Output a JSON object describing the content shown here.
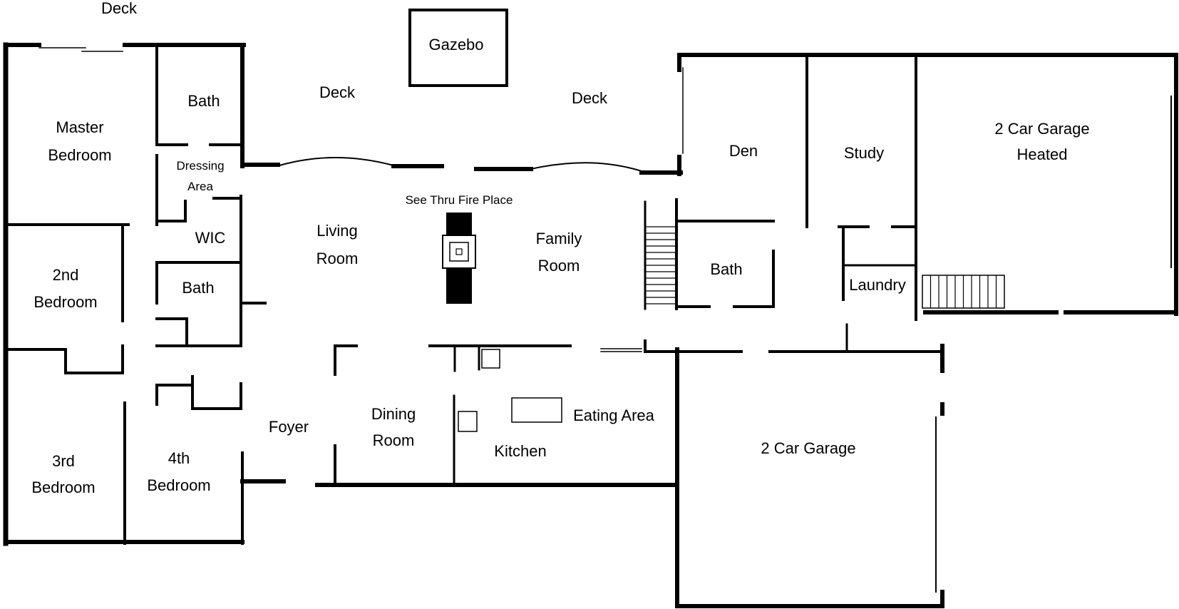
{
  "colors": {
    "wall": "#000000",
    "background": "#ffffff"
  },
  "rooms": {
    "deck_top_left": "Deck",
    "gazebo": "Gazebo",
    "deck_center": "Deck",
    "deck_right": "Deck",
    "master_bedroom": [
      "Master",
      "Bedroom"
    ],
    "master_bath": "Bath",
    "dressing_area": [
      "Dressing",
      "Area"
    ],
    "wic": "WIC",
    "hall_bath": "Bath",
    "second_bedroom": [
      "2nd",
      "Bedroom"
    ],
    "third_bedroom": [
      "3rd",
      "Bedroom"
    ],
    "fourth_bedroom": [
      "4th",
      "Bedroom"
    ],
    "living_room": [
      "Living",
      "Room"
    ],
    "fireplace": "See Thru Fire Place",
    "family_room": [
      "Family",
      "Room"
    ],
    "foyer": "Foyer",
    "dining_room": [
      "Dining",
      "Room"
    ],
    "kitchen": "Kitchen",
    "eating_area": "Eating Area",
    "den": "Den",
    "study": "Study",
    "bath_center": "Bath",
    "laundry": "Laundry",
    "garage_heated": [
      "2 Car Garage",
      "Heated"
    ],
    "garage": "2 Car Garage"
  }
}
